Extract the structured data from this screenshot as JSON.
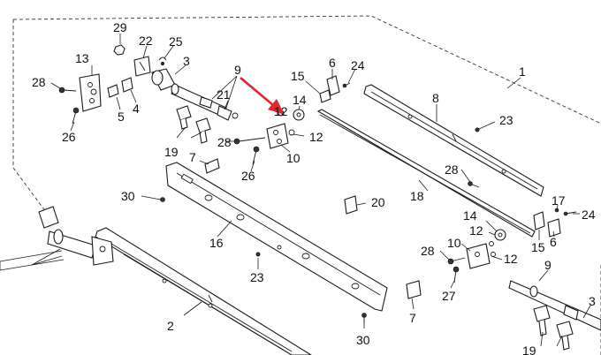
{
  "callouts": {
    "c1": "1",
    "c2": "2",
    "c3a": "3",
    "c3b": "3",
    "c4": "4",
    "c5": "5",
    "c6a": "6",
    "c6b": "6",
    "c7a": "7",
    "c7b": "7",
    "c8": "8",
    "c9a": "9",
    "c9b": "9",
    "c10a": "10",
    "c10b": "10",
    "c12a": "12",
    "c12b": "12",
    "c12c": "12",
    "c12d": "12",
    "c13": "13",
    "c14a": "14",
    "c14b": "14",
    "c15a": "15",
    "c15b": "15",
    "c16": "16",
    "c17": "17",
    "c18": "18",
    "c19a": "19",
    "c19b": "19",
    "c20": "20",
    "c21": "21",
    "c22": "22",
    "c23a": "23",
    "c23b": "23",
    "c24a": "24",
    "c24b": "24",
    "c25": "25",
    "c26a": "26",
    "c26b": "26",
    "c27": "27",
    "c28a": "28",
    "c28b": "28",
    "c28c": "28",
    "c28d": "28",
    "c29": "29",
    "c30a": "30",
    "c30b": "30"
  },
  "colors": {
    "line": "#1a1a1a",
    "arrow": "#e0262f",
    "background": "#ffffff"
  },
  "icons": {
    "pointer": "red-arrow-icon"
  }
}
